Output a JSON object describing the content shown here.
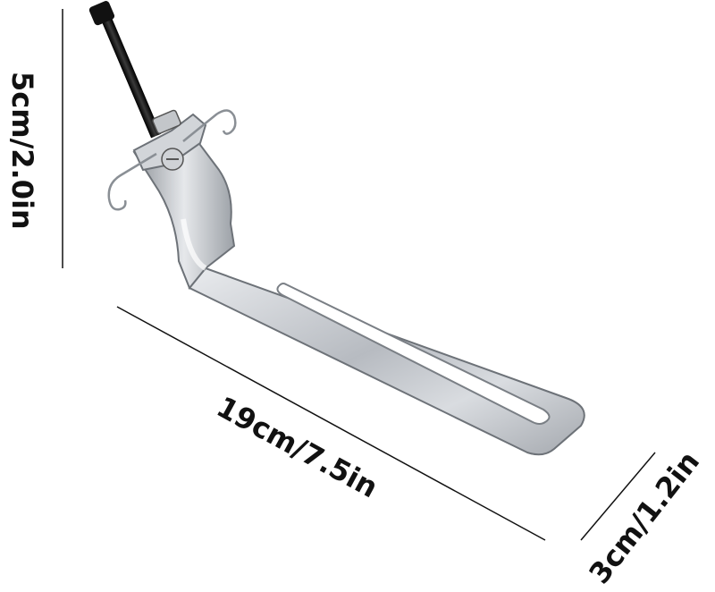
{
  "product": {
    "name": "stainless-steel-bracket-with-bolt-and-hooks",
    "material_color": "#c9ccd0",
    "bolt_color": "#1a1a1a"
  },
  "dimensions": {
    "height_label": "5cm/2.0in",
    "length_label": "19cm/7.5in",
    "width_label": "3cm/1.2in",
    "line_color": "#111111"
  }
}
